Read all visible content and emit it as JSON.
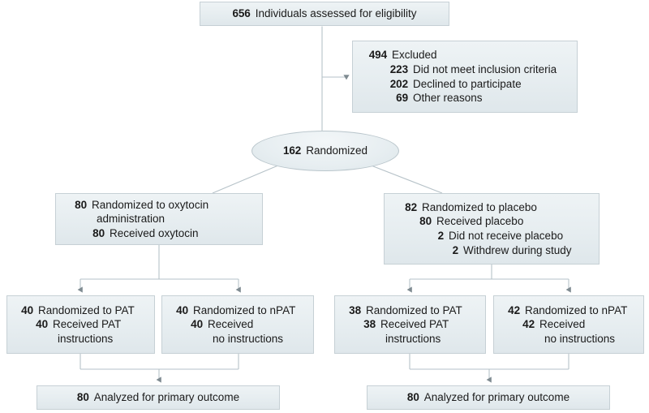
{
  "diagram": {
    "title": "CONSORT participant flow diagram",
    "colors": {
      "box_fill_top": "#eef3f5",
      "box_fill_bottom": "#dfe7eb",
      "box_border": "#c6d0d5",
      "connector": "#b0bcc2",
      "arrow": "#7f8b91",
      "text": "#1a1a1a"
    },
    "nodes": {
      "assessed": {
        "name": "individuals-assessed",
        "lines": [
          {
            "num": "656",
            "text": "Individuals assessed for eligibility"
          }
        ]
      },
      "excluded": {
        "name": "excluded",
        "lines": [
          {
            "num": "494",
            "text": "Excluded"
          },
          {
            "num": "223",
            "text": "Did not meet inclusion criteria"
          },
          {
            "num": "202",
            "text": "Declined to participate"
          },
          {
            "num": "69",
            "text": "Other reasons"
          }
        ]
      },
      "randomized": {
        "name": "randomized",
        "lines": [
          {
            "num": "162",
            "text": "Randomized"
          }
        ]
      },
      "arm_left": {
        "name": "oxytocin-arm",
        "lines": [
          {
            "num": "80",
            "text": "Randomized to oxytocin"
          },
          {
            "num": "",
            "text": "administration"
          },
          {
            "num": "80",
            "text": "Received oxytocin"
          }
        ]
      },
      "arm_right": {
        "name": "placebo-arm",
        "lines": [
          {
            "num": "82",
            "text": "Randomized to placebo"
          },
          {
            "num": "80",
            "text": "Received placebo"
          },
          {
            "num": "2",
            "text": "Did not receive placebo"
          },
          {
            "num": "2",
            "text": "Withdrew during study"
          }
        ]
      },
      "pat_1": {
        "name": "oxytocin-pat",
        "lines": [
          {
            "num": "40",
            "text": "Randomized to PAT"
          },
          {
            "num": "40",
            "text": "Received PAT"
          },
          {
            "num": "",
            "text": "instructions"
          }
        ]
      },
      "pat_2": {
        "name": "oxytocin-npat",
        "lines": [
          {
            "num": "40",
            "text": "Randomized to nPAT"
          },
          {
            "num": "40",
            "text": "Received"
          },
          {
            "num": "",
            "text": "no instructions"
          }
        ]
      },
      "pat_3": {
        "name": "placebo-pat",
        "lines": [
          {
            "num": "38",
            "text": "Randomized to PAT"
          },
          {
            "num": "38",
            "text": "Received PAT"
          },
          {
            "num": "",
            "text": "instructions"
          }
        ]
      },
      "pat_4": {
        "name": "placebo-npat",
        "lines": [
          {
            "num": "42",
            "text": "Randomized to nPAT"
          },
          {
            "num": "42",
            "text": "Received"
          },
          {
            "num": "",
            "text": "no instructions"
          }
        ]
      },
      "outcome_left": {
        "name": "oxytocin-analyzed",
        "lines": [
          {
            "num": "80",
            "text": "Analyzed for primary outcome"
          }
        ]
      },
      "outcome_right": {
        "name": "placebo-analyzed",
        "lines": [
          {
            "num": "80",
            "text": "Analyzed for primary outcome"
          }
        ]
      }
    }
  }
}
